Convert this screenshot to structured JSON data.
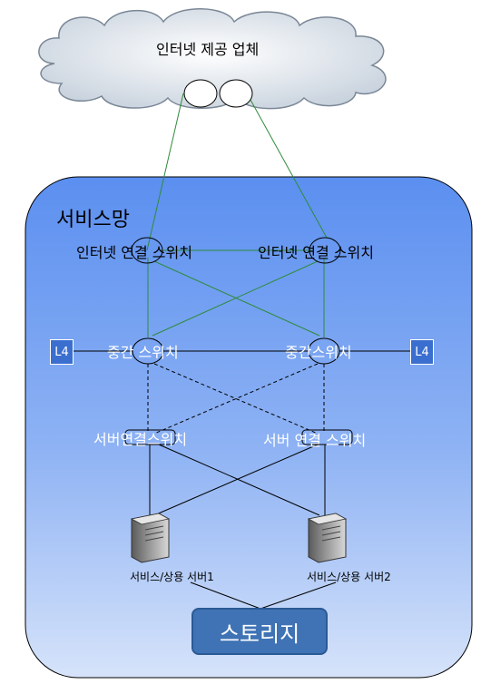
{
  "isp": {
    "label": "인터넷 제공 업체"
  },
  "service_network": {
    "title": "서비스망"
  },
  "internet_switches": [
    {
      "label": "인터넷 연결 스위치"
    },
    {
      "label": "인터넷 연결 스위치"
    }
  ],
  "middle_switches": [
    {
      "label": "중간 스위치"
    },
    {
      "label": "중간스위치"
    }
  ],
  "l4_boxes": [
    {
      "label": "L4"
    },
    {
      "label": "L4"
    }
  ],
  "server_switches": [
    {
      "label": "서버연결스위치"
    },
    {
      "label": "서버 연결 스위치"
    }
  ],
  "servers": [
    {
      "label": "서비스/상용 서버1",
      "icon": "server-icon"
    },
    {
      "label": "서비스/상용 서버2",
      "icon": "server-icon"
    }
  ],
  "storage": {
    "label": "스토리지"
  },
  "colors": {
    "network_fill_top": "#6a9af0",
    "network_fill_bottom": "#c5d7f8",
    "green_link": "#2e8b3a",
    "black_link": "#000000",
    "storage": "#3f73b5"
  }
}
